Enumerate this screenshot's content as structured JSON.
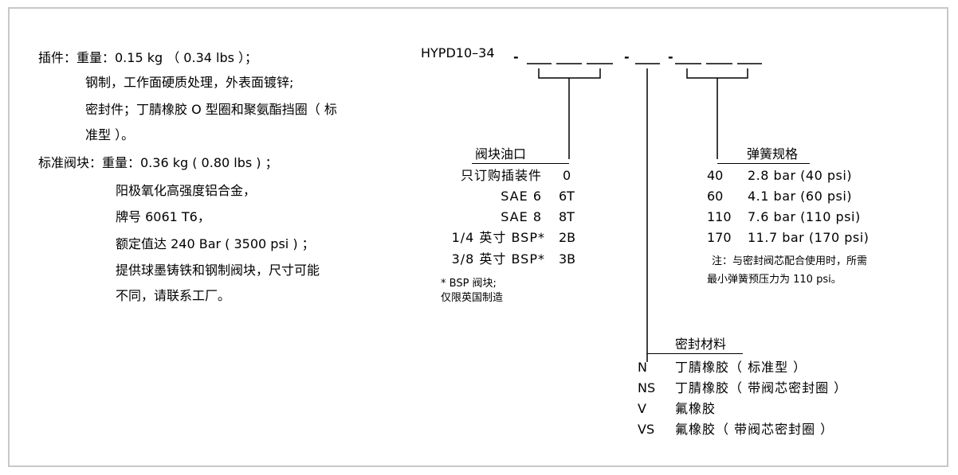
{
  "left": {
    "line1": "插件：重量：0.15 kg （ 0.34 lbs ）；",
    "line2": "钢制，工作面硬质处理，外表面镀锌;",
    "line3": "密封件；丁腈橡胶 O 型圈和聚氨酯挡圈（ 标",
    "line4": "准型 ）。",
    "line5": "标准阀块：重量：0.36 kg ( 0.80 lbs ) ；",
    "line6": "阳极氧化高强度铝合金，",
    "line7": "牌号 6061 T6，",
    "line8": "额定值达 240 Bar ( 3500 psi ) ；",
    "line9": "提供球墨铸铁和钢制阀块，尺寸可能",
    "line10": "不同，请联系工厂。"
  },
  "model": {
    "prefix": "HYPD10–34",
    "dash1": "-",
    "dash2": "-",
    "dash3": "-"
  },
  "ports": {
    "title": "阀块油口",
    "rows": [
      {
        "label": "只订购插装件",
        "code": "0"
      },
      {
        "label": "SAE 6",
        "code": "6T"
      },
      {
        "label": "SAE 8",
        "code": "8T"
      },
      {
        "label": "1/4 英寸 BSP*",
        "code": "2B"
      },
      {
        "label": "3/8 英寸 BSP*",
        "code": "3B"
      }
    ],
    "note1": "* BSP 阀块;",
    "note2": "仅限英国制造"
  },
  "springs": {
    "title": "弹簧规格",
    "rows": [
      {
        "code": "40",
        "value": "2.8 bar (40 psi)"
      },
      {
        "code": "60",
        "value": "4.1 bar (60 psi)"
      },
      {
        "code": "110",
        "value": "7.6 bar (110 psi)"
      },
      {
        "code": "170",
        "value": "11.7 bar (170 psi)"
      }
    ],
    "note1": "注：与密封阀芯配合使用时，所需",
    "note2": "最小弹簧预压力为 110 psi。"
  },
  "seals": {
    "title": "密封材料",
    "rows": [
      {
        "code": "N",
        "desc": "丁腈橡胶（ 标准型 ）"
      },
      {
        "code": "NS",
        "desc": "丁腈橡胶（ 带阀芯密封圈 ）"
      },
      {
        "code": "V",
        "desc": "氟橡胶"
      },
      {
        "code": "VS",
        "desc": "氟橡胶（ 带阀芯密封圈 ）"
      }
    ]
  }
}
